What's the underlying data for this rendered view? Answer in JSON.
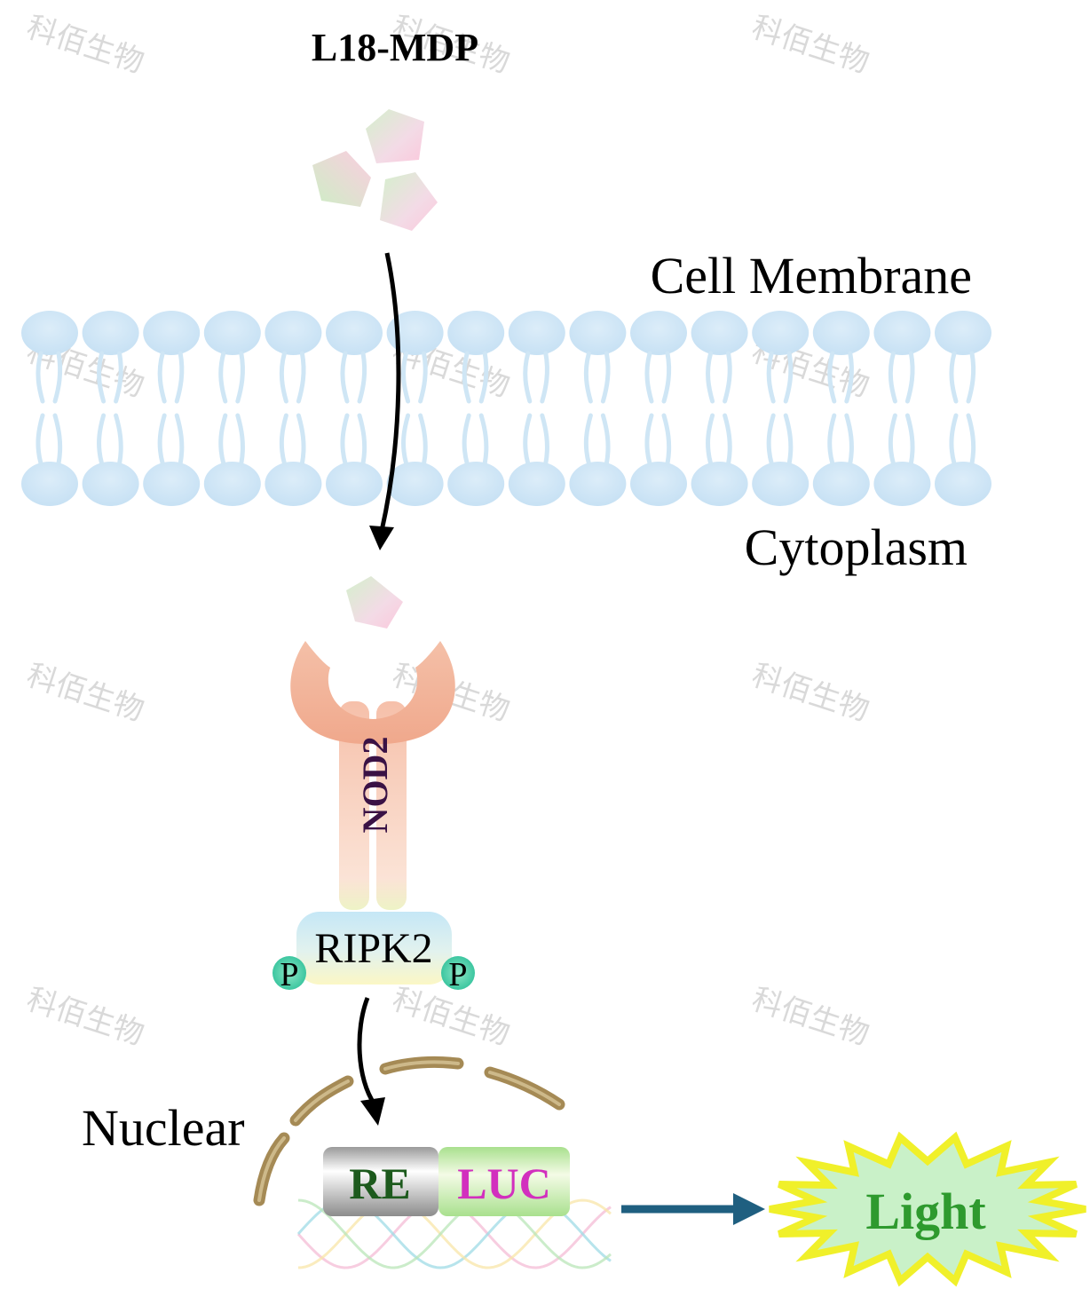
{
  "ligand": {
    "label": "L18-MDP"
  },
  "compartments": {
    "membrane": "Cell Membrane",
    "cytoplasm": "Cytoplasm",
    "nucleus": "Nuclear"
  },
  "receptor": {
    "label": "NOD2"
  },
  "kinase": {
    "label": "RIPK2",
    "phospho_left": "P",
    "phospho_right": "P"
  },
  "reporter": {
    "element_label": "RE",
    "gene_label": "LUC"
  },
  "output": {
    "label": "Light"
  },
  "watermark": {
    "text": "科佰生物"
  },
  "colors": {
    "membrane_lipid": "#cfe6f5",
    "nod2": "#f2b49c",
    "nucleus_envelope": "#a58a55",
    "output_arrow": "#1f5f80",
    "star_fill": "#c9f1c8",
    "star_stroke": "#f0f02a",
    "light_text": "#2e9a2e",
    "re_text": "#1d5a1d",
    "luc_text": "#d22fbe",
    "nod2_text": "#3a1245"
  }
}
